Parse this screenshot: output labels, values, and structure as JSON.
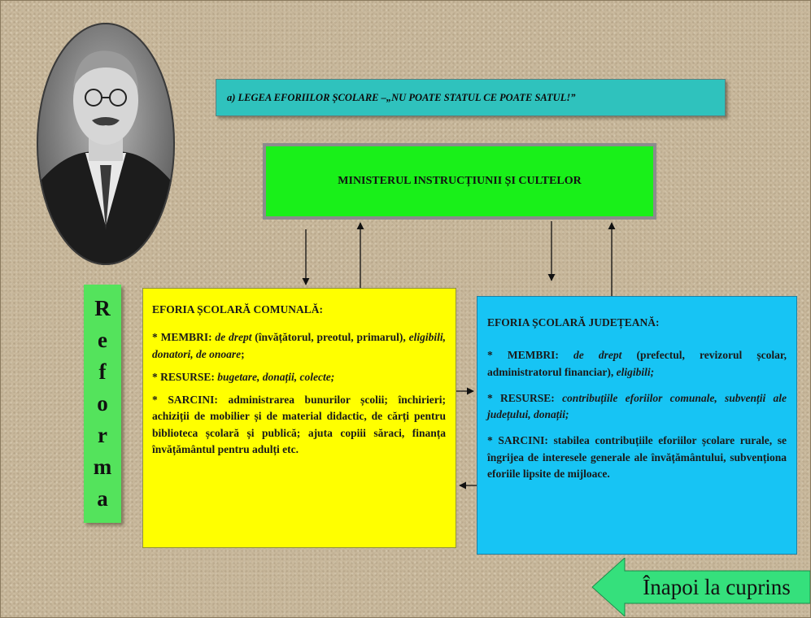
{
  "title_banner": {
    "prefix": "a) LEGEA EFORIILOR ȘCOLARE – ",
    "motto": "„NU POATE STATUL CE POATE SATUL!”"
  },
  "ministry": {
    "label": "MINISTERUL INSTRUCȚIUNII ȘI CULTELOR"
  },
  "side_label": {
    "letters": [
      "R",
      "e",
      "f",
      "o",
      "r",
      "m",
      "a"
    ]
  },
  "communal": {
    "title": "EFORIA ȘCOLARĂ COMUNALĂ:",
    "members_label": "* MEMBRI:",
    "members_a": "de drept",
    "members_b": "(învățătorul, preotul, primarul),",
    "members_c": "eligibili, donatori, de onoare",
    "members_end": ";",
    "resources_label": "* RESURSE:",
    "resources": "bugetare, donații, colecte;",
    "tasks_label": "* SARCINI:",
    "tasks": "administrarea bunurilor școlii; închirieri; achiziții de mobilier și de material didactic, de cărți pentru biblioteca școlară și publică; ajuta copiii săraci, finanța învățământul pentru adulți etc."
  },
  "county": {
    "title": "EFORIA ȘCOLARĂ JUDEȚEANĂ:",
    "members_label": "* MEMBRI:",
    "members_a": "de drept",
    "members_b": "(prefectul, revizorul școlar, administratorul financiar),",
    "members_c": "eligibili;",
    "resources_label": "* RESURSE:",
    "resources": "contribuțiile eforiilor comunale, subvenții ale județului, donații;",
    "tasks_label": "* SARCINI:",
    "tasks": "stabilea contribuțiile eforiilor școlare rurale, se îngrijea de interesele generale ale învățământului, subvenționa eforiile lipsite de mijloace."
  },
  "back_button": {
    "label": "Înapoi la cuprins"
  },
  "colors": {
    "banner": "#2fc2bd",
    "ministry": "#19f019",
    "communal": "#ffff00",
    "county": "#17c4f4",
    "side_label": "#54e35c",
    "back_arrow": "#35e07c"
  }
}
